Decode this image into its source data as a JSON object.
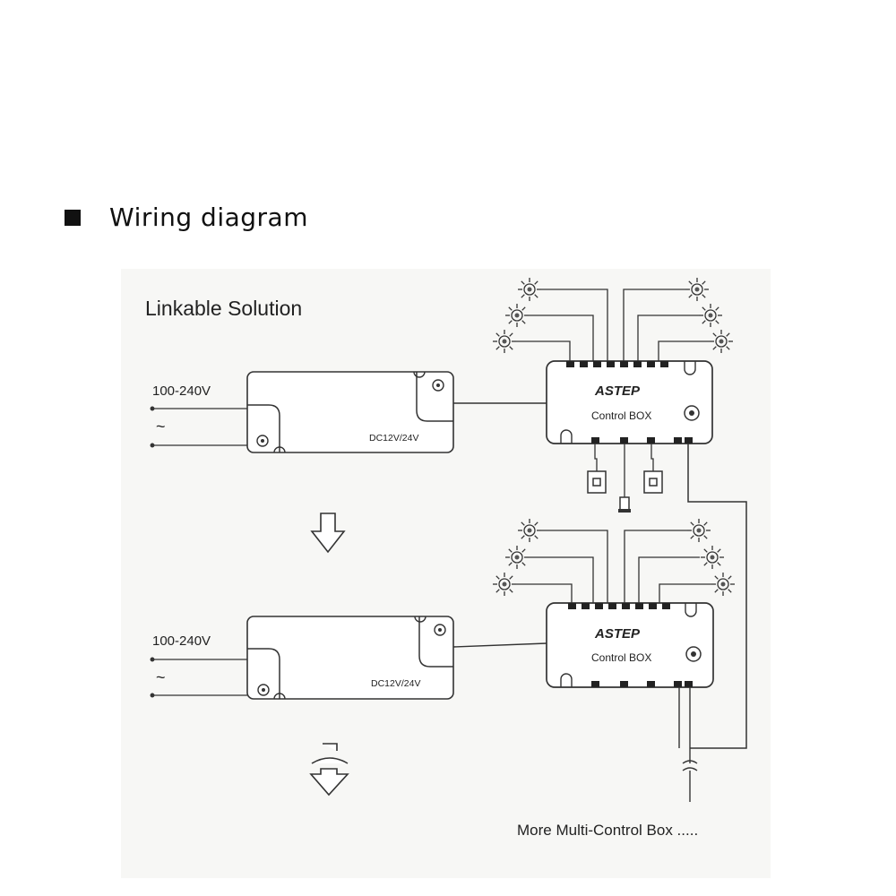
{
  "header": {
    "title": "Wiring diagram"
  },
  "diagram": {
    "title": "Linkable Solution",
    "voltage_input_1": "100-240V",
    "voltage_input_2": "100-240V",
    "ac_symbol": "~",
    "driver_output_1": "DC12V/24V",
    "driver_output_2": "DC12V/24V",
    "brand_logo_1": "ASTEP",
    "brand_logo_2": "ASTEP",
    "control_box_1": "Control BOX",
    "control_box_2": "Control BOX",
    "footer_note": "More Multi-Control Box ....."
  }
}
